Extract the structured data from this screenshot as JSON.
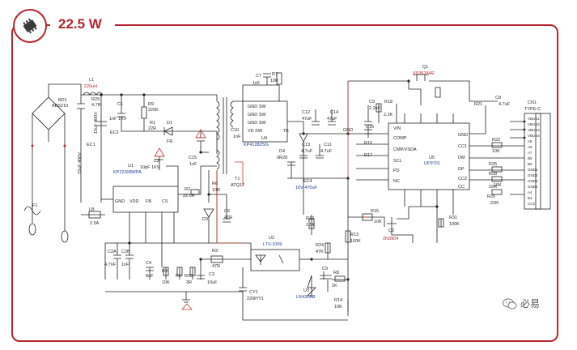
{
  "header": {
    "title": "22.5 W"
  },
  "watermark": {
    "text": "必易"
  },
  "schematic": {
    "L1": "L1",
    "L1v": "220uH",
    "R29": "R29",
    "R29v": "4.7R",
    "C1": "C1",
    "C1v": "1nF 1KV",
    "R9": "R9",
    "R9v": "220K",
    "R1": "R1",
    "R1v": "22R",
    "D1": "D1",
    "D1v": "FR",
    "BD1": "BD1",
    "BD1v": "ABS210",
    "EC1": "EC1",
    "EC1v": "15uF 400V",
    "EC2": "EC2",
    "EC2v": "15uF 400V",
    "F1": "F1",
    "LB": "LB",
    "LBv": "2.5A",
    "U1": "U1",
    "U1v": "KP22308WPA",
    "u1pins": [
      "GND",
      "VDD",
      "FB",
      "CS"
    ],
    "C2": "C2",
    "C2v": "10pF 1KV",
    "R2": "R2",
    "R2v": "22.0R",
    "C15": "C15",
    "C15v": "1nF",
    "R6": "R6",
    "R6v": "10R",
    "D3": "D3",
    "C6": "C6",
    "C6v": "47R",
    "T1": "T1",
    "T1v": "ATQ17",
    "C7": "C7",
    "C7v": "1nF",
    "R7": "R7",
    "R7v": "10R",
    "C10": "C10",
    "C10v": "1nF",
    "U4": "U4",
    "U4v": "KP4128ZSG",
    "u4pins": [
      "GND SW",
      "GND SW",
      "GND SW",
      "VD  SW"
    ],
    "D4": "D4",
    "D4v": "0R28",
    "TK": "TK",
    "EC4": "EC4",
    "EC4v": "16V 470uF",
    "C12": "C12",
    "C12v": "47uF",
    "C13": "C13",
    "C13v": "4.7uF",
    "C14": "C14",
    "C14v": "47uF",
    "C11": "C11",
    "C11v": "4.7uF",
    "Q1": "Q1",
    "Q1v": "VS3618AE",
    "R18": "R18",
    "R18v": "2.2K",
    "C9": "C9",
    "C9v": "2.2nF",
    "R17": "R17",
    "C16": "C16",
    "R16": "R16",
    "GND": "GND",
    "U5": "U5",
    "U5v": "UP9701",
    "u5pins": [
      "VIN",
      "COMP",
      "CMP/VSDA",
      "SCL",
      "PD",
      "NC"
    ],
    "u5right": [
      "GND",
      "CC1",
      "DM",
      "DP",
      "CC2",
      "CC"
    ],
    "R21": "R21",
    "C8": "C8",
    "C8v": "4.7uF",
    "CN1": "CN1",
    "CN1v": "TYPE-C",
    "cn1pins": [
      "VBUS1",
      "VBUS2",
      "VBUS3",
      "VBUS4",
      "A5",
      "A6",
      "A7",
      "B5",
      "B6",
      "GND1",
      "GND2",
      "GND3",
      "GND4",
      "A4",
      "B4",
      "CC2"
    ],
    "R15": "R15",
    "R15v": "10K",
    "Q2": "Q2",
    "Q2v": "2N3904",
    "R31": "R31",
    "R31v": "100K",
    "C2A": "C2A",
    "C2Av": "4.7nF",
    "C2B": "C2B",
    "C2Bv": "1nF",
    "C4": "C4",
    "C4v": "8nF",
    "R4": "R4",
    "R4v": "10K",
    "R5": "R5",
    "R10": "R10",
    "R10v": "3R",
    "C3": "C3",
    "C3v": "10uF",
    "R3": "R3",
    "R3v": "47R",
    "U2": "U2",
    "U2v": "LTV-1009",
    "R12": "R12",
    "R12v": "1.5K",
    "R13": "R13",
    "R13v": "100K",
    "R24": "R24",
    "R24v": "47K",
    "C9b": "C9",
    "R8": "R8",
    "R8v": "1K",
    "U3": "U3",
    "U3v": "LR431AB",
    "CY1": "CY1",
    "CY1v": "220P/Y1",
    "R14": "R14",
    "R14v": "10K",
    "R22": "R22",
    "R22v": "10K",
    "R25": "R25",
    "R25v": "10K",
    "R28": "R28",
    "R28v": "22R",
    "R26": "R26",
    "R26v": "22R"
  }
}
